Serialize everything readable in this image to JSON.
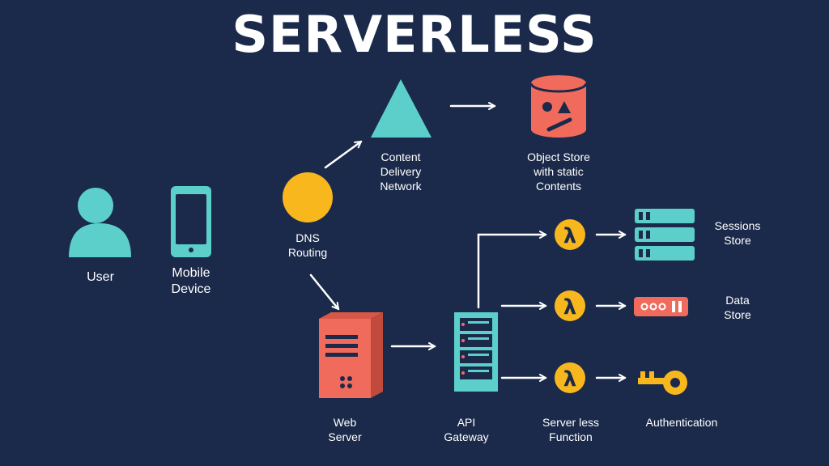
{
  "title": "SERVERLESS",
  "colors": {
    "background": "#1b2a4a",
    "teal": "#5ccfcb",
    "coral": "#f06b5c",
    "yellow": "#f9b71e",
    "arrow": "#ffffff",
    "text": "#ffffff"
  },
  "nodes": {
    "user": {
      "label": "User",
      "icon": "user-icon"
    },
    "mobile": {
      "label": "Mobile\nDevice",
      "icon": "mobile-device-icon"
    },
    "dns": {
      "label": "DNS\nRouting",
      "icon": "dns-circle-icon"
    },
    "cdn": {
      "label": "Content\nDelivery\nNetwork",
      "icon": "triangle-icon"
    },
    "object_store": {
      "label": "Object Store\nwith static\nContents",
      "icon": "database-shapes-icon"
    },
    "web_server": {
      "label": "Web\nServer",
      "icon": "web-server-icon"
    },
    "api_gateway": {
      "label": "API\nGateway",
      "icon": "server-rack-icon"
    },
    "function": {
      "label": "Server less\nFunction",
      "icon": "lambda-icon",
      "glyph": "λ"
    },
    "sessions": {
      "label": "Sessions\nStore",
      "icon": "sessions-store-icon"
    },
    "data_store": {
      "label": "Data\nStore",
      "icon": "data-store-icon"
    },
    "auth": {
      "label": "Authentication",
      "icon": "key-icon"
    }
  }
}
